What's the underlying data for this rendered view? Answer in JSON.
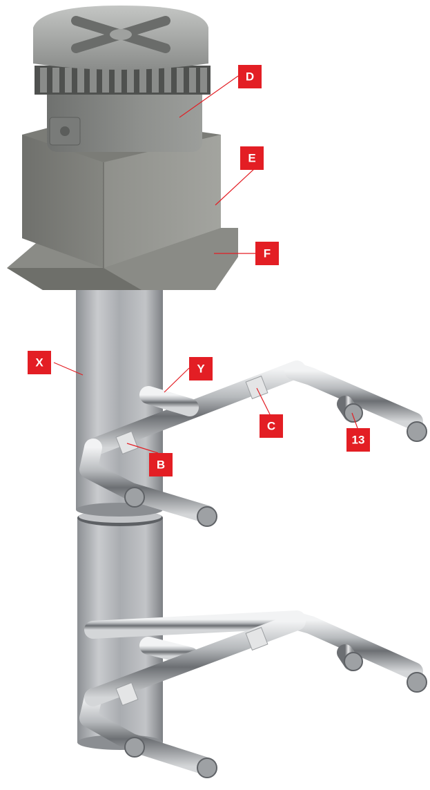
{
  "figure": {
    "accent_color": "#e31e24",
    "label_text_color": "#ffffff",
    "callouts": [
      {
        "id": "D",
        "text": "D"
      },
      {
        "id": "E",
        "text": "E"
      },
      {
        "id": "F",
        "text": "F"
      },
      {
        "id": "X",
        "text": "X"
      },
      {
        "id": "Y",
        "text": "Y"
      },
      {
        "id": "C",
        "text": "C"
      },
      {
        "id": "13",
        "text": "13"
      },
      {
        "id": "B",
        "text": "B"
      }
    ]
  }
}
